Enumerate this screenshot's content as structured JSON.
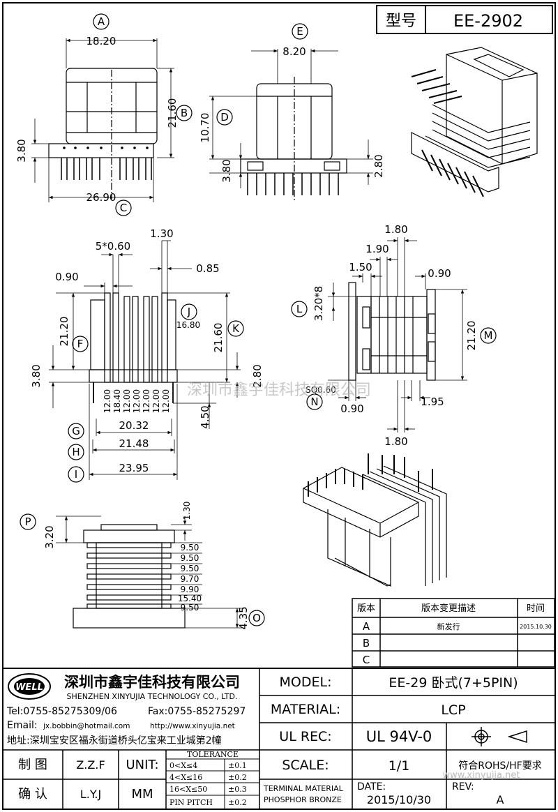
{
  "header": {
    "model_label": "型号",
    "model_value": "EE-2902"
  },
  "drawing": {
    "front_view": {
      "label_a": "A",
      "dim_a": "18.20",
      "label_b": "B",
      "dim_b": "21.60",
      "label_c": "C",
      "dim_c": "26.90",
      "dim_base": "3.80"
    },
    "side_view": {
      "label_e": "E",
      "dim_e": "8.20",
      "label_d": "D",
      "dim_d": "10.70",
      "dim_base": "3.80",
      "dim_right": "2.80"
    },
    "pin_view": {
      "dim_pinwidth": "5*0.60",
      "dim_130": "1.30",
      "dim_090": "0.90",
      "dim_085": "0.85",
      "label_j": "J",
      "dim_j": "16.80",
      "label_f": "F",
      "dim_f": "21.20",
      "label_k": "K",
      "dim_k": "21.60",
      "dim_380": "3.80",
      "dim_280": "2.80",
      "dim_450": "4.50",
      "vertical_dims": [
        "12.00",
        "18.40",
        "12.00",
        "12.00",
        "12.00",
        "12.00",
        "12.00"
      ],
      "label_g": "G",
      "dim_g": "20.32",
      "label_h": "H",
      "dim_h": "21.48",
      "label_i": "I",
      "dim_i": "23.95"
    },
    "top_view": {
      "dim_180_top": "1.80",
      "dim_190": "1.90",
      "dim_150": "1.50",
      "dim_090_r": "0.90",
      "label_l": "L",
      "dim_l": "3.20*8",
      "label_m": "M",
      "dim_m": "21.20",
      "label_n": "N",
      "dim_sq": "SQ0.60",
      "dim_090_b": "0.90",
      "dim_195": "1.95",
      "dim_180_bottom": "1.80"
    },
    "section_view": {
      "label_p": "P",
      "dim_p": "3.20",
      "dim_130": "1.30",
      "stack_dims": [
        "9.50",
        "9.50",
        "9.50",
        "9.70",
        "9.90",
        "15.40",
        "9.50"
      ],
      "label_o": "O",
      "dim_o": "4.35"
    },
    "watermark": "深圳市鑫宇佳科技有限公司",
    "watermark_url": "www.xinyujia.net"
  },
  "revision_table": {
    "headers": [
      "版本",
      "版本变更描述",
      "时间"
    ],
    "rows": [
      {
        "rev": "A",
        "desc": "新发行",
        "date": "2015.10.30"
      },
      {
        "rev": "B",
        "desc": "",
        "date": ""
      },
      {
        "rev": "C",
        "desc": "",
        "date": ""
      }
    ]
  },
  "company": {
    "logo": "WELL",
    "name_cn": "深圳市鑫宇佳科技有限公司",
    "name_en": "SHENZHEN XINYUJIA TECHNOLOGY CO., LTD.",
    "tel": "Tel:0755-85275309/06",
    "fax": "Fax:0755-85275297",
    "email_label": "Email:",
    "email": "jx.bobbin@hotmail.com",
    "web": "http://www.xinyujia.net",
    "address": "地址:深圳宝安区福永街道桥头亿宝来工业城第2幢"
  },
  "title_block": {
    "model_label": "MODEL:",
    "model_value": "EE-29 卧式(7+5PIN)",
    "material_label": "MATERIAL:",
    "material_value": "LCP",
    "ulrec_label": "UL REC:",
    "ulrec_value": "UL 94V-0",
    "scale_label": "SCALE:",
    "scale_value": "1/1",
    "rohs": "符合ROHS/HF要求",
    "draw_label": "制 图",
    "draw_value": "Z.Z.F",
    "check_label": "确 认",
    "check_value": "L.Y.J",
    "unit_label": "UNIT:",
    "unit_value": "MM",
    "tolerance_title": "TOLERANCE",
    "tolerance_rows": [
      {
        "range": "0<X≤4",
        "tol": "±0.1"
      },
      {
        "range": "4<X≤16",
        "tol": "±0.2"
      },
      {
        "range": "16<X≤50",
        "tol": "±0.3"
      },
      {
        "range": "PIN PITCH",
        "tol": "±0.2"
      }
    ],
    "terminal_line1": "TERMINAL MATERIAL",
    "terminal_line2": "PHOSPHOR BRONZE",
    "date_label": "DATE:",
    "date_value": "2015/10/30",
    "rev_label": "REV:",
    "rev_value": "A"
  }
}
